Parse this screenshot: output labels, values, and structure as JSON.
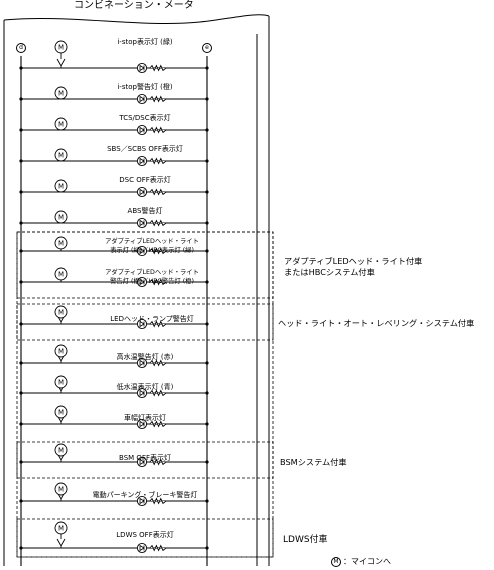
{
  "title": "コンビネーション・メータ",
  "terminals": {
    "left": "d",
    "right": "e"
  },
  "motor_label": "M",
  "rows": [
    {
      "label": "i-stop表示灯 (緑)"
    },
    {
      "label": "i-stop警告灯 (橙)"
    },
    {
      "label": "TCS/DSC表示灯"
    },
    {
      "label": "SBS／SCBS OFF表示灯"
    },
    {
      "label": "DSC OFF表示灯"
    },
    {
      "label": "ABS警告灯"
    },
    {
      "line1": "アダプティブLEDヘッド・ライト",
      "line2": "表示灯 (緑)／HBC表示灯 (緑)"
    },
    {
      "line1": "アダプティブLEDヘッド・ライト",
      "line2": "警告灯 (橙)／HBC警告灯 (橙)"
    },
    {
      "label": "LEDヘッド・ランプ警告灯"
    },
    {
      "label": "高水温警告灯 (赤)"
    },
    {
      "label": "低水温表示灯 (青)"
    },
    {
      "label": "車幅灯表示灯"
    },
    {
      "label": "BSM OFF表示灯"
    },
    {
      "label": "電動パーキング・ブレーキ警告灯"
    },
    {
      "label": "LDWS OFF表示灯"
    }
  ],
  "groups": [
    {
      "line1": "アダプティブLEDヘッド・ライト付車",
      "line2": "またはHBCシステム付車"
    },
    {
      "label": "ヘッド・ライト・オート・レベリング・システム付車"
    },
    {
      "label": "BSMシステム付車"
    },
    {
      "label": "LDWS付車"
    }
  ],
  "legend": {
    "symbol": "M",
    "text": "：マイコンへ"
  }
}
